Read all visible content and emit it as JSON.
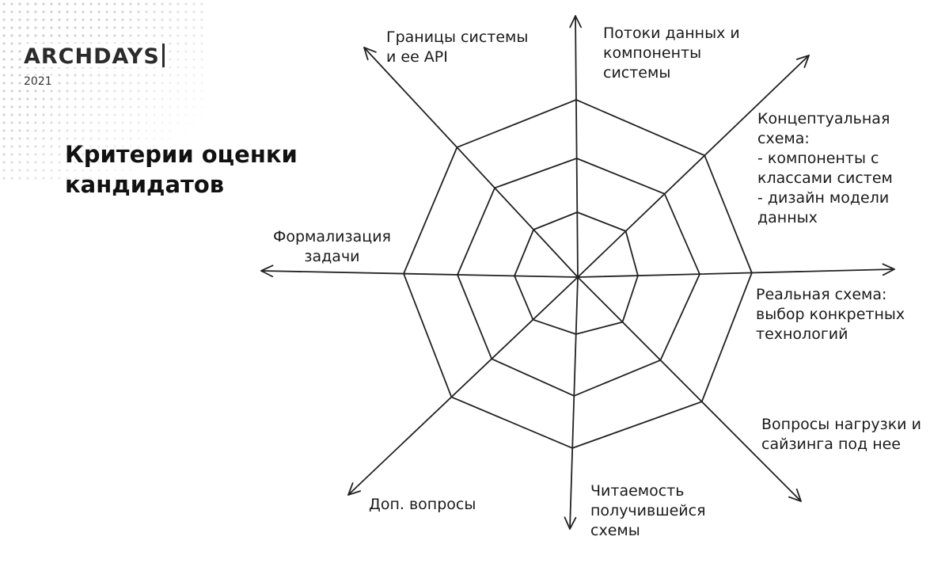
{
  "logo": {
    "brand": "ARCHDAYS",
    "year": "2021"
  },
  "title": "Критерии оценки кандидатов",
  "criteria": [
    "Потоки данных и\nкомпоненты\nсистемы",
    "Концептуальная\nсхема:\n- компоненты с\nклассами систем\n- дизайн модели\nданных",
    "Реальная схема:\nвыбор конкретных\nтехнологий",
    "Вопросы нагрузки и\nсайзинга под нее",
    "Читаемость\nполучившейся\nсхемы",
    "Доп. вопросы",
    "Формализация\nзадачи",
    "Границы системы\nи ее API"
  ]
}
